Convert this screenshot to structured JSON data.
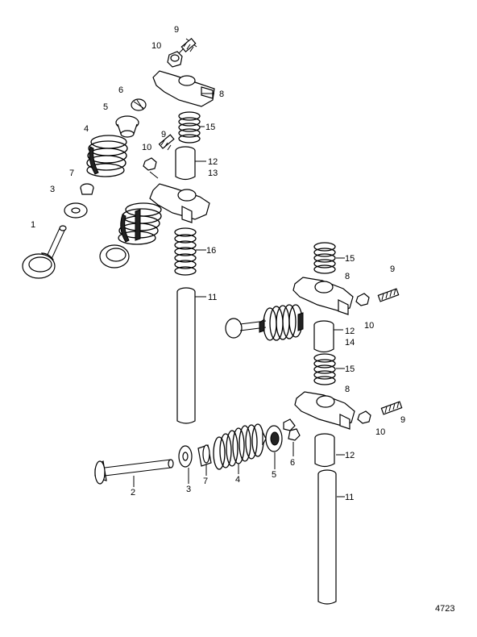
{
  "labels": {
    "l9a": "9",
    "l10a": "10",
    "l8a": "8",
    "l6a": "6",
    "l5a": "5",
    "l15a": "15",
    "l4a": "4",
    "l9b": "9",
    "l10b": "10",
    "l12a": "12",
    "l13": "13",
    "l7a": "7",
    "l3a": "3",
    "l1": "1",
    "l16": "16",
    "l11a": "11",
    "l15b": "15",
    "l9c": "9",
    "l8b": "8",
    "l10c": "10",
    "l12b": "12",
    "l14": "14",
    "l15c": "15",
    "l8c": "8",
    "l9d": "9",
    "l10d": "10",
    "l6b": "6",
    "l12c": "12",
    "l2": "2",
    "l3b": "3",
    "l7b": "7",
    "l4b": "4",
    "l5b": "5",
    "l11b": "11"
  },
  "figure_number": "4723"
}
